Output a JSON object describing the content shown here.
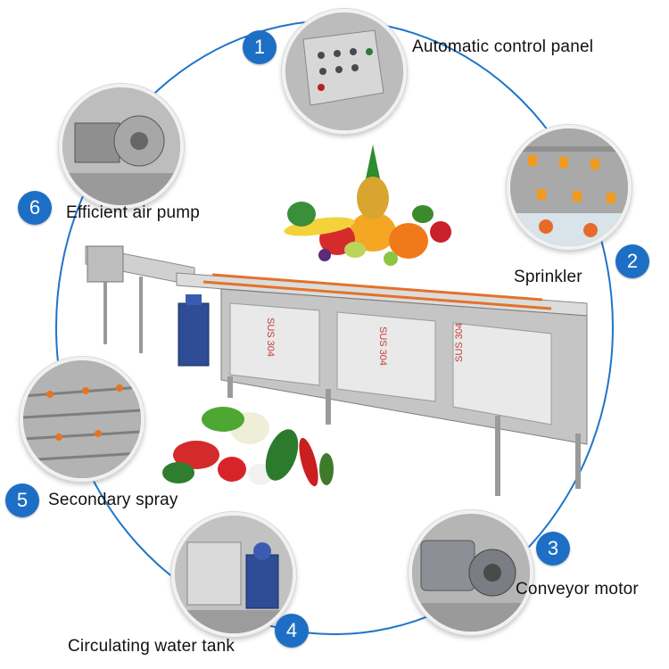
{
  "features": [
    {
      "number": "1",
      "label": "Automatic control panel"
    },
    {
      "number": "2",
      "label": "Sprinkler"
    },
    {
      "number": "3",
      "label": "Conveyor motor"
    },
    {
      "number": "4",
      "label": "Circulating water tank"
    },
    {
      "number": "5",
      "label": "Secondary spray"
    },
    {
      "number": "6",
      "label": "Efficient air pump"
    }
  ],
  "machine_markings": [
    "SUS 304",
    "SUS 304",
    "SUS 304"
  ],
  "colors": {
    "accent": "#1d6fc5",
    "ring": "#1f74c9",
    "steel": "#c9c9c9"
  }
}
